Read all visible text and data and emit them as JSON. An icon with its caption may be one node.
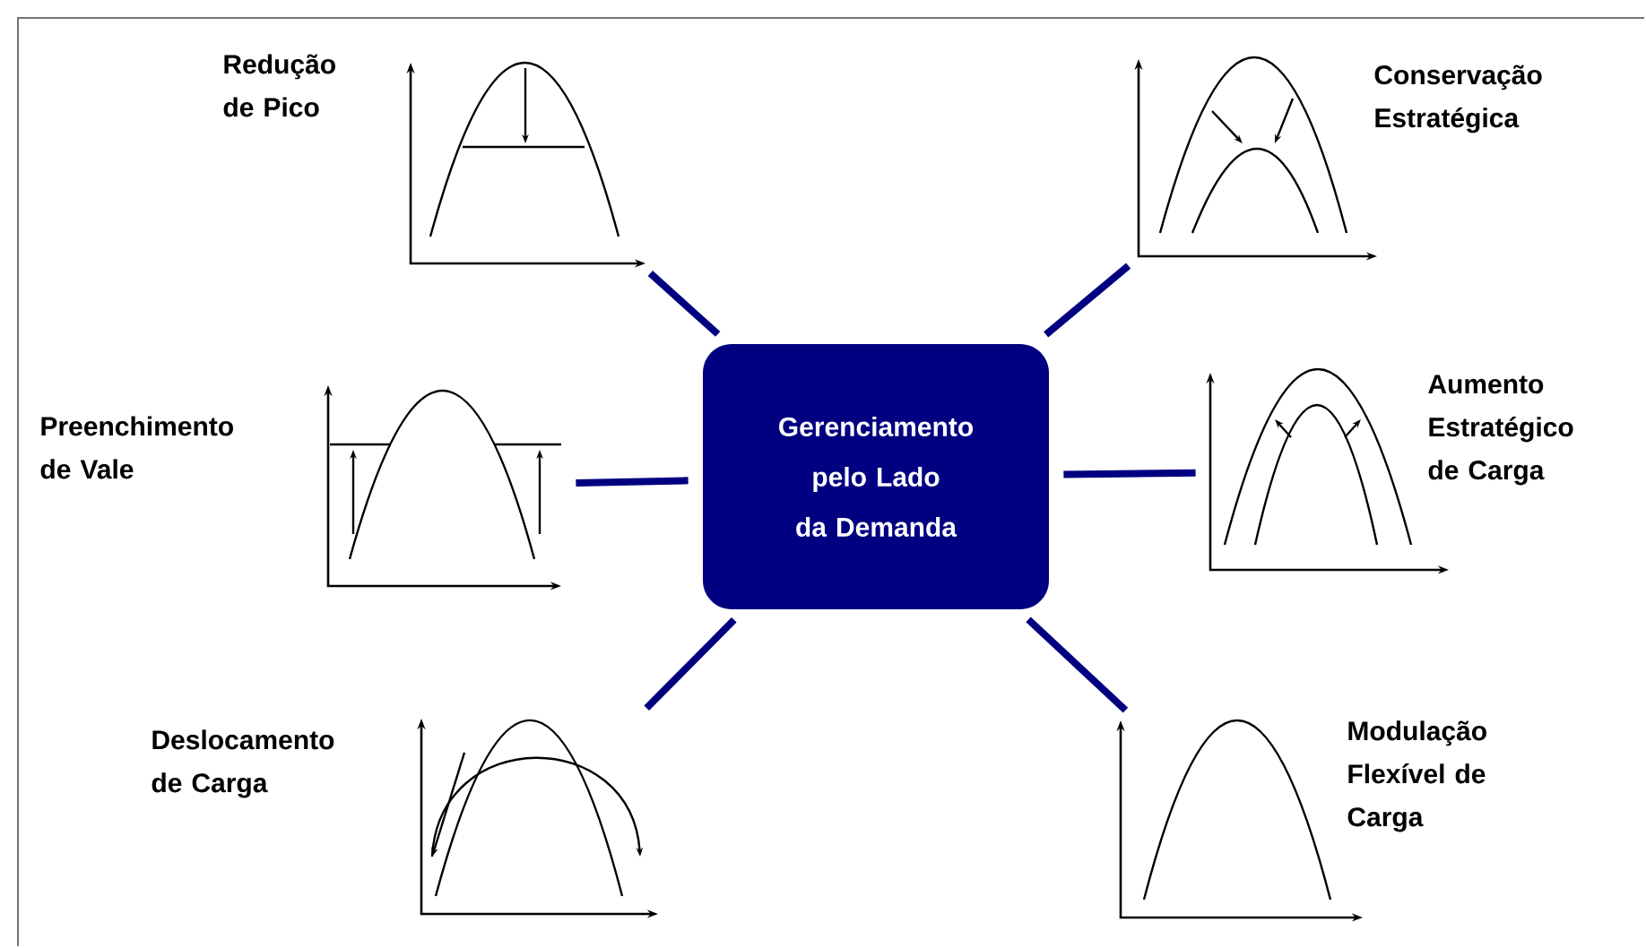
{
  "diagram": {
    "nodes": [
      {
        "text": [
          "Gerenciamento pelo Lado da Demanda"
        ]
      },
      {
        "text": [
          "Redução de Pico"
        ]
      },
      {
        "text": [
          "Conservação Estratégica"
        ]
      },
      {
        "text": [
          "Preenchimento de Vale"
        ]
      },
      {
        "text": [
          "Aumento Estratégico de Carga"
        ]
      },
      {
        "text": [
          "Deslocamento de Carga"
        ]
      },
      {
        "text": [
          "Modulação Flexível de Carga"
        ]
      }
    ],
    "edges": [
      {
        "from": 0,
        "to": 1,
        "arrow": "none"
      },
      {
        "from": 0,
        "to": 2,
        "arrow": "none"
      },
      {
        "from": 0,
        "to": 3,
        "arrow": "none"
      },
      {
        "from": 0,
        "to": 4,
        "arrow": "none"
      },
      {
        "from": 0,
        "to": 5,
        "arrow": "none"
      },
      {
        "from": 0,
        "to": 6,
        "arrow": "none"
      }
    ]
  }
}
